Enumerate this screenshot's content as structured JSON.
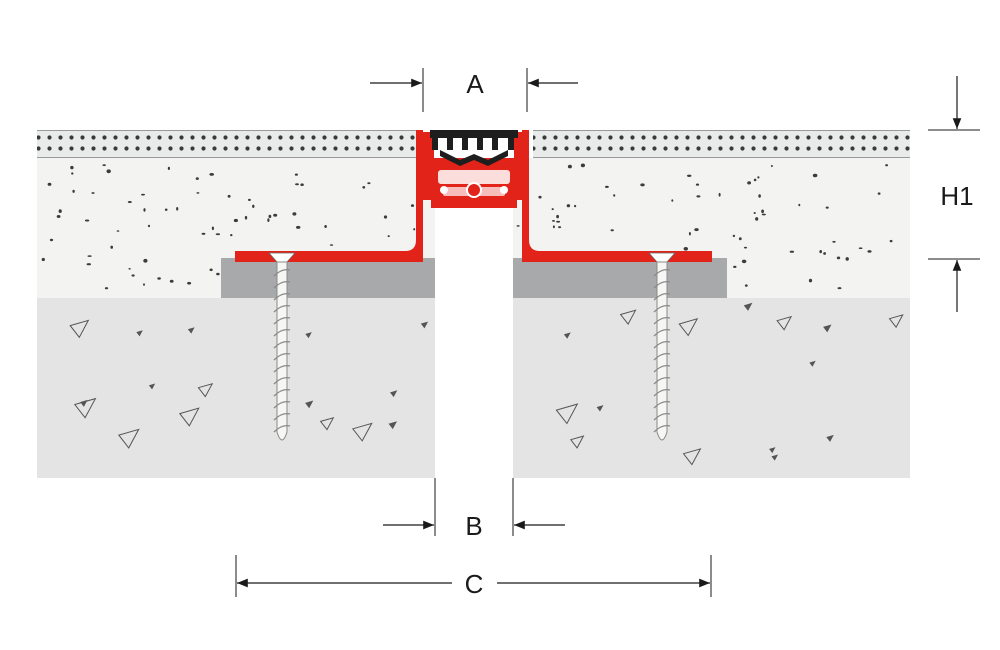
{
  "labels": {
    "a": "A",
    "b": "B",
    "c": "C",
    "h1": "H1"
  },
  "colors": {
    "profile_red": "#e2231a",
    "insert_black": "#1e1e1e",
    "screed": "#f2f2f0",
    "slab": "#e3e4e3",
    "bedding_pad": "#a7a9ab",
    "tile": "#e9eaea",
    "dim_line": "#1a1a1a"
  },
  "icons": [
    "arrow-right-icon",
    "arrow-left-icon",
    "arrow-down-icon",
    "arrow-up-icon",
    "screw-icon"
  ]
}
